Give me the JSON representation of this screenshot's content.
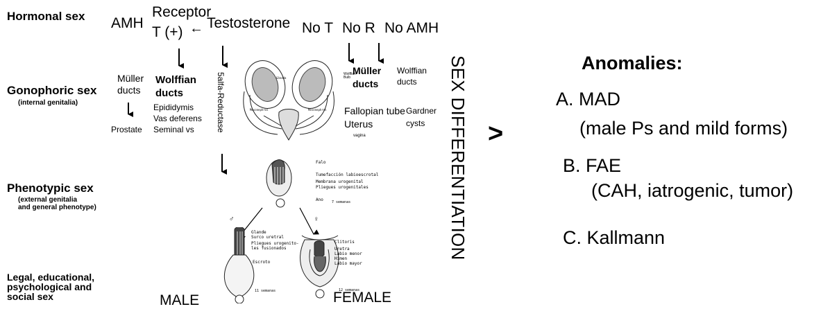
{
  "left_labels": {
    "hormonal": "Hormonal sex",
    "gonophoric": "Gonophoric sex",
    "gonophoric_sub": "(internal genitalia)",
    "phenotypic": "Phenotypic sex",
    "phenotypic_sub1": "(external genitalia",
    "phenotypic_sub2": "and general phenotype)",
    "legal1": "Legal, educational,",
    "legal2": "psychological and",
    "legal3": "social sex"
  },
  "hormones": {
    "amh": "AMH",
    "receptor": "Receptor",
    "t_plus": "T (+)",
    "testosterone": "Testosterone",
    "no_t": "No T",
    "no_r": "No R",
    "no_amh": "No AMH"
  },
  "male_internal": {
    "muller": "Müller",
    "ducts": "ducts",
    "prostate": "Prostate",
    "wolffian": "Wolffian",
    "wolffian_ducts": "ducts",
    "epididymis": "Epididymis",
    "vas": "Vas deferens",
    "seminal": "Seminal vs",
    "reductase": "5alfa-Reductase"
  },
  "female_internal": {
    "muller": "Müller",
    "ducts": "ducts",
    "wolffian": "Wolffian",
    "wolffian_ducts": "ducts",
    "fallopian": "Fallopian tube",
    "uterus": "Uterus",
    "vagina": "vagina",
    "gardner": "Gardner",
    "cysts": "cysts"
  },
  "sketch_labels": {
    "falo": "Falo",
    "tumefaccion": "Tumefacción labioescrotal",
    "membrana": "Membrana urogenital",
    "pliegues": "Pliegues urogenitales",
    "ano": "Ano",
    "semanas7": "7 semanas",
    "glande": "Glande",
    "surco": "Surco uretral",
    "pliegues_fus1": "Pliegues urogenito-",
    "pliegues_fus2": "les fusionados",
    "escroto": "Escroto",
    "semanas11": "11 semanas",
    "clitoris": "Clitoris",
    "uretra": "Uretra",
    "labio_menor": "Labio menor",
    "himen": "Himen",
    "labio_mayor": "Labio mayor",
    "semanas12": "12 semanas",
    "male_sym": "♂",
    "female_sym": "♀"
  },
  "bottom": {
    "male": "MALE",
    "female": "FEMALE"
  },
  "vertical_title": "SEX DIFFERENTIATION",
  "gt_symbol": ">",
  "anomalies": {
    "title": "Anomalies:",
    "a": "A. MAD",
    "a_sub": "(male Ps and mild forms)",
    "b": "B. FAE",
    "b_sub": "(CAH, iatrogenic, tumor)",
    "c": "C. Kallmann"
  }
}
